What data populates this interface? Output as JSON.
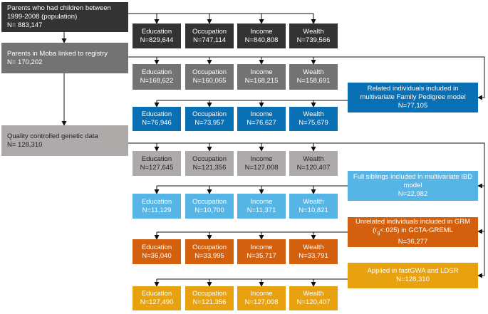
{
  "colors": {
    "black": "#333333",
    "dark_gray": "#737373",
    "light_gray": "#aeaaaa",
    "dark_blue": "#0a70b6",
    "light_blue": "#57b5e6",
    "orange": "#d2600e",
    "gold": "#e8a20f",
    "line": "#111111"
  },
  "stages": [
    {
      "id": "population",
      "lines": [
        "Parents who had children between",
        "1999-2008 (population)",
        "N= 883,147"
      ],
      "color": "black"
    },
    {
      "id": "moba",
      "lines": [
        "Parents in Moba linked to registry",
        "N= 170,202"
      ],
      "color": "dark_gray"
    },
    {
      "id": "qc",
      "lines": [
        "Quality controlled genetic data",
        "N= 128,310"
      ],
      "color": "light_gray"
    }
  ],
  "models": [
    {
      "id": "pedigree",
      "lines": [
        "Related individuals included in",
        "multivariate Family Pedigree model",
        "N=77,105"
      ],
      "color": "dark_blue"
    },
    {
      "id": "ibd",
      "lines": [
        "Full siblings included in multivariate IBD",
        "model",
        "N=22,982"
      ],
      "color": "light_blue"
    },
    {
      "id": "grm",
      "lines": [
        "Unrelated individuals included in GRM",
        "(r_g<.025) in GCTA-GREML",
        "N=36,277"
      ],
      "color": "orange",
      "rg": {
        "pre": "(r",
        "sub": "g",
        "post": "<.025) in GCTA-GREML"
      }
    },
    {
      "id": "fastgwa",
      "lines": [
        "Applied in fastGWA and LDSR",
        "N=128,310"
      ],
      "color": "gold"
    }
  ],
  "metric_labels": [
    "Education",
    "Occupation",
    "Income",
    "Wealth"
  ],
  "metric_rows": [
    {
      "id": "population",
      "color": "black",
      "values": [
        "N=829,644",
        "N=747,114",
        "N=840,808",
        "N=739,566"
      ]
    },
    {
      "id": "moba",
      "color": "dark_gray",
      "values": [
        "N=168,622",
        "N=160,065",
        "N=168,215",
        "N=158,691"
      ]
    },
    {
      "id": "pedigree",
      "color": "dark_blue",
      "values": [
        "N=76,946",
        "N=73,957",
        "N=76,627",
        "N=75,679"
      ]
    },
    {
      "id": "qc",
      "color": "light_gray",
      "values": [
        "N=127,645",
        "N=121,356",
        "N=127,008",
        "N=120,407"
      ]
    },
    {
      "id": "ibd",
      "color": "light_blue",
      "values": [
        "N=11,129",
        "N=10,700",
        "N=11,371",
        "N=10,821"
      ]
    },
    {
      "id": "grm",
      "color": "orange",
      "values": [
        "N=36,040",
        "N=33,995",
        "N=35,717",
        "N=33,791"
      ]
    },
    {
      "id": "fastgwa",
      "color": "gold",
      "values": [
        "N=127,490",
        "N=121,356",
        "N=127,008",
        "N=120,407"
      ]
    }
  ]
}
